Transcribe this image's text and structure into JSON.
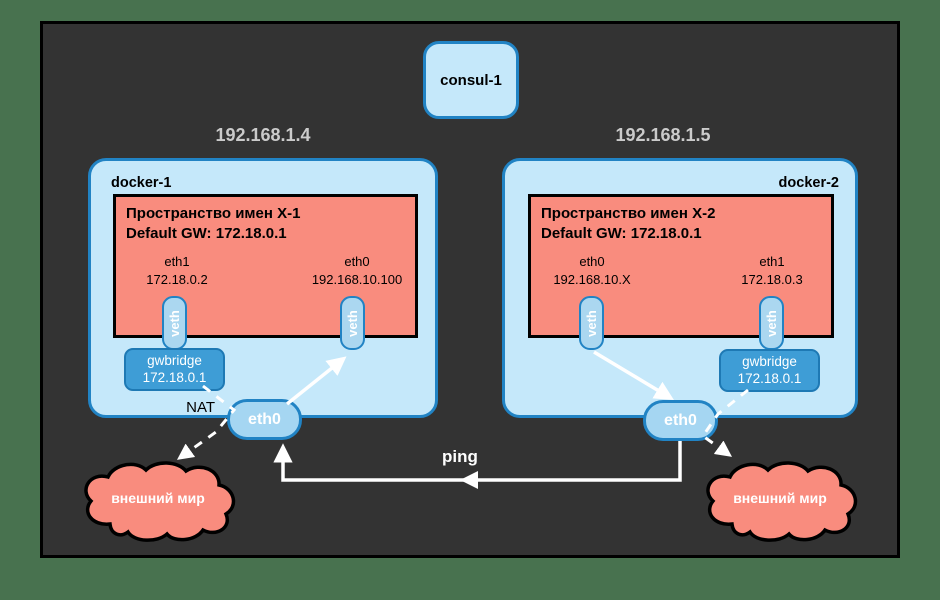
{
  "consul": {
    "label": "consul-1"
  },
  "hosts": [
    {
      "ip": "192.168.1.4",
      "name": "docker-1",
      "namespace": {
        "title": "Пространство имен X-1",
        "gateway": "Default GW: 172.18.0.1",
        "iface_left": {
          "name": "eth1",
          "ip": "172.18.0.2"
        },
        "iface_right": {
          "name": "eth0",
          "ip": "192.168.10.100"
        }
      },
      "veth": "veth",
      "gwbridge": {
        "name": "gwbridge",
        "ip": "172.18.0.1"
      },
      "eth0": "eth0",
      "nat": "NAT",
      "cloud": "внешний мир"
    },
    {
      "ip": "192.168.1.5",
      "name": "docker-2",
      "namespace": {
        "title": "Пространство имен X-2",
        "gateway": "Default GW: 172.18.0.1",
        "iface_left": {
          "name": "eth0",
          "ip": "192.168.10.X"
        },
        "iface_right": {
          "name": "eth1",
          "ip": "172.18.0.3"
        }
      },
      "veth": "veth",
      "gwbridge": {
        "name": "gwbridge",
        "ip": "172.18.0.1"
      },
      "eth0": "eth0",
      "cloud": "внешний мир"
    }
  ],
  "labels": {
    "ping": "ping"
  },
  "colors": {
    "background": "#48724F",
    "canvas": "#333333",
    "node_fill": "#C5E8FA",
    "node_border": "#2183C4",
    "bridge_fill": "#3E9DD6",
    "salmon": "#F98C7E",
    "ip_text": "#CBCBCB",
    "arrow": "#FFFFFF"
  }
}
